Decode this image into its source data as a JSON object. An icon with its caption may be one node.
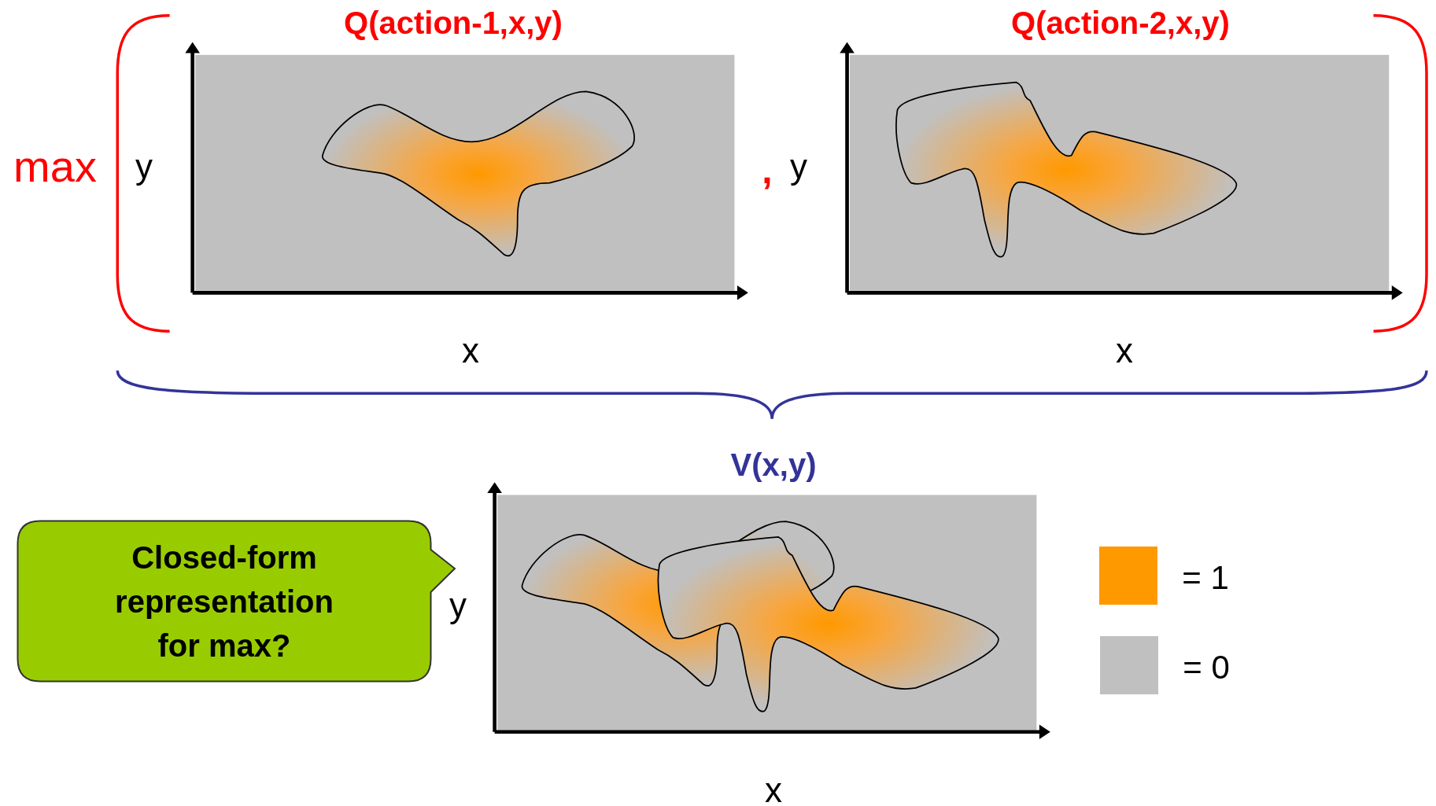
{
  "diagram": {
    "nodes": [
      {
        "text": [
          "Closed-form representation for max?"
        ]
      }
    ],
    "labels": [
      "Q(action-1,x,y)",
      "Q(action-2,x,y)",
      "max",
      "y",
      ",",
      "y",
      "x",
      "x",
      "V(x,y)",
      "y",
      "x"
    ],
    "legend": [
      {
        "text": "= 1",
        "color": "#ff9900"
      },
      {
        "text": "= 0",
        "color": "#c0c0c0"
      }
    ]
  }
}
